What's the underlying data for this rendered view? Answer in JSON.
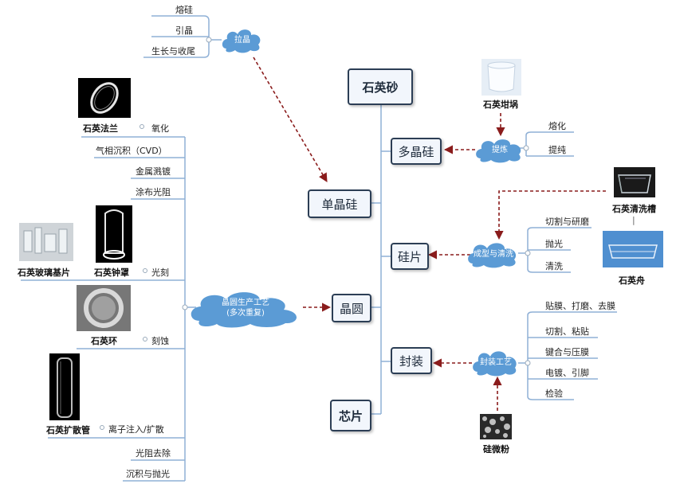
{
  "main_nodes": {
    "quartz_sand": "石英砂",
    "polysilicon": "多晶硅",
    "monocrystal": "单晶硅",
    "wafer_slice": "硅片",
    "wafer": "晶圆",
    "packaging": "封装",
    "chip": "芯片"
  },
  "clouds": {
    "crystal_pull": "拉晶",
    "refine": "提炼",
    "shaping_cleaning": "成型与清洗",
    "wafer_fab": [
      "晶圆生产工艺",
      "(多次重复)"
    ],
    "packaging_process": "封装工艺"
  },
  "crystal_pull_steps": [
    "熔硅",
    "引晶",
    "生长与收尾"
  ],
  "refine_steps": [
    "熔化",
    "提纯"
  ],
  "shaping_steps": [
    "切割与研磨",
    "抛光",
    "清洗"
  ],
  "packaging_steps": [
    "贴膜、打磨、去膜",
    "切割、粘贴",
    "键合与压膜",
    "电镀、引脚",
    "检验"
  ],
  "wafer_fab_steps": [
    "氧化",
    "气相沉积（CVD）",
    "金属溅镀",
    "涂布光阻",
    "光刻",
    "刻蚀",
    "离子注入/扩散",
    "光阻去除",
    "沉积与抛光"
  ],
  "photo_captions": {
    "crucible": "石英坩埚",
    "cleaning_tank": "石英清洗槽",
    "boat": "石英舟",
    "silica_powder": "硅微粉",
    "flange": "石英法兰",
    "glass_substrate": "石英玻璃基片",
    "bell_jar": "石英钟罩",
    "ring": "石英环",
    "diffusion_tube": "石英扩散管"
  },
  "separator": "|",
  "colors": {
    "line": "#8fb0d6",
    "trunk": "#7b9fc8",
    "arrow": "#8a1c1c",
    "cloud": "#5b9bd5",
    "box_border": "#2c3e55"
  }
}
